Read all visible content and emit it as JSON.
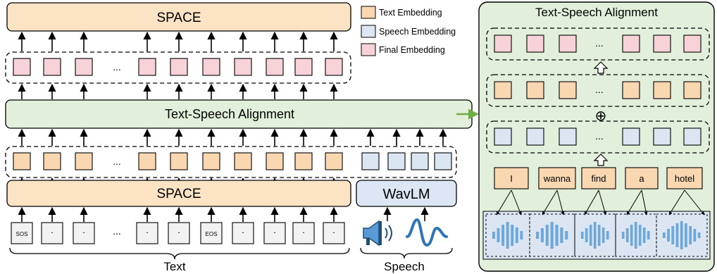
{
  "left_panel": {
    "top_space_label": "SPACE",
    "alignment_label": "Text-Speech Alignment",
    "bottom_space_label": "SPACE",
    "wavlm_label": "WavLM",
    "ellipsis": "...",
    "input_tokens": [
      "SOS",
      "·",
      "·",
      "...",
      "·",
      "·",
      "EOS",
      "·",
      "·",
      "·",
      "·"
    ],
    "text_group_label": "Text",
    "speech_group_label": "Speech"
  },
  "legend": {
    "items": [
      {
        "label": "Text Embedding",
        "color": "#f9d7b1"
      },
      {
        "label": "Speech  Embedding",
        "color": "#dbe6f2"
      },
      {
        "label": "Final Embedding",
        "color": "#f7d2d9"
      }
    ]
  },
  "right_panel": {
    "title": "Text-Speech Alignment",
    "ellipsis": "...",
    "plus_symbol": "⊕",
    "words": [
      "I",
      "wanna",
      "find",
      "a",
      "hotel"
    ]
  },
  "colors": {
    "text_embedding": "#f9d7b1",
    "speech_embedding": "#dbe6f2",
    "final_embedding": "#f7d2d9",
    "alignment_fill": "#e2efda",
    "space_fill": "#fbe3c4",
    "wavlm_fill": "#dde6f4",
    "accent_arrow": "#70ad47",
    "wave_blue": "#5b9bd5"
  }
}
